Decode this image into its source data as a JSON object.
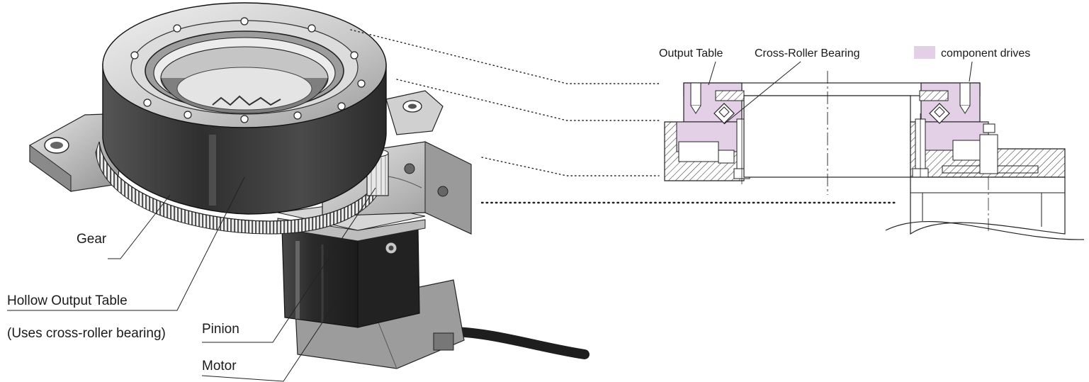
{
  "illustration": {
    "labels": {
      "gear": "Gear",
      "hollow_output_table": "Hollow Output Table",
      "hollow_output_table_note": "(Uses cross-roller bearing)",
      "pinion": "Pinion",
      "motor": "Motor"
    }
  },
  "cross_section": {
    "labels": {
      "output_table": "Output Table",
      "cross_roller_bearing": "Cross-Roller Bearing"
    },
    "legend": {
      "label": "component drives",
      "swatch_color": "#e3cfe6"
    }
  },
  "colors": {
    "metal_light": "#d9d9d9",
    "metal_mid": "#a6a6a6",
    "metal_dark": "#3a3a3a",
    "motor_body": "#2b2b2b",
    "highlight": "#e3cfe6"
  }
}
